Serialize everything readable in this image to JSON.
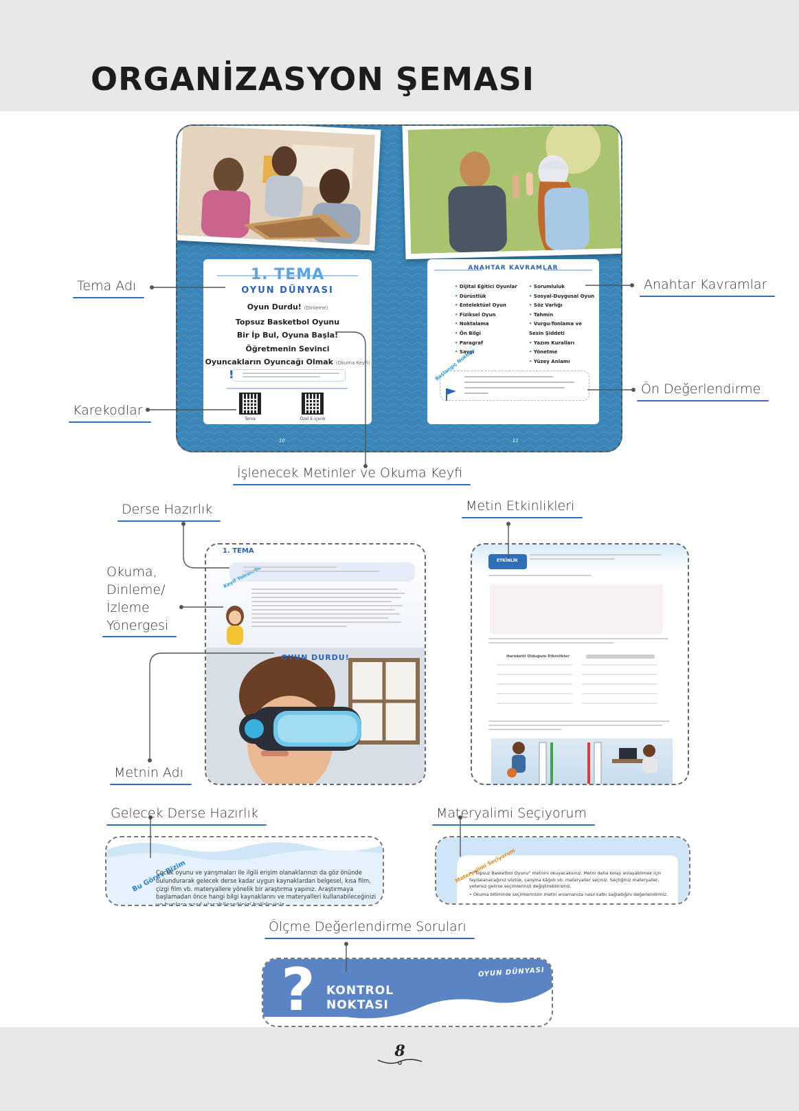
{
  "page": {
    "title": "ORGANİZASYON ŞEMASI",
    "page_number": "8"
  },
  "labels": {
    "tema_adi": "Tema Adı",
    "anahtar_kavramlar": "Anahtar Kavramlar",
    "karekodlar": "Karekodlar",
    "on_degerlendirme": "Ön Değerlendirme",
    "islenecek_metinler": "İşlenecek Metinler ve Okuma Keyfi",
    "derse_hazirlik": "Derse Hazırlık",
    "metin_etkinlikleri": "Metin Etkinlikleri",
    "okuma_yonergesi": [
      "Okuma,",
      "Dinleme/",
      "İzleme",
      "Yönergesi"
    ],
    "metnin_adi": "Metnin Adı",
    "gelecek_derse_hazirlik": "Gelecek Derse Hazırlık",
    "materyalimi_seciyorum": "Materyalimi Seçiyorum",
    "olcme_degerlendirme": "Ölçme Değerlendirme Soruları"
  },
  "spread": {
    "tema_banner": "1. TEMA",
    "tema_name": "OYUN DÜNYASI",
    "texts": [
      {
        "title": "Oyun Durdu!",
        "note": "(Dinleme)"
      },
      {
        "title": "Topsuz Basketbol Oyunu",
        "note": ""
      },
      {
        "title": "Bir İp Bul, Oyuna Başla!",
        "note": ""
      },
      {
        "title": "Öğretmenin Sevinci",
        "note": ""
      },
      {
        "title": "Oyuncakların Oyuncağı Olmak",
        "note": "(Okuma Keyfi)"
      }
    ],
    "qr_captions": [
      "Tema",
      "Özel E-içerik"
    ],
    "anahtar_title": "ANAHTAR KAVRAMLAR",
    "kavramlar_left": [
      "Dijital Eğitici Oyunlar",
      "Dürüstlük",
      "Entelektüel Oyun",
      "Fiziksel Oyun",
      "Noktalama",
      "Ön Bilgi",
      "Paragraf",
      "Saygı"
    ],
    "kavramlar_right": [
      "Sorumluluk",
      "Sosyal-Duygusal Oyun",
      "Söz Varlığı",
      "Tahmin",
      "Vurgu-Tonlama ve Sesin Şiddeti",
      "Yazım Kuralları",
      "Yönetme",
      "Yüzey Anlamı"
    ],
    "baslangic_tag": "Başlangıç Noktası",
    "page_numbers": [
      "10",
      "11"
    ]
  },
  "derse_hazirlik_thumb": {
    "tema_label": "1. TEMA",
    "tag": "Keyif Yolculuğu",
    "metin_adi": "OYUN DURDU!"
  },
  "metin_etkinlikleri_thumb": {
    "tag": "ETKİNLİK",
    "table_header": "Hareketli Olduğum Etkinlikler"
  },
  "gelecek_derse": {
    "tag": "Bu Görev Bizim",
    "text": "Çocuk oyunu ve yarışmaları ile ilgili erişim olanaklarınızı da göz önünde bulundurarak gelecek derse kadar uygun kaynaklardan belgesel, kısa film, çizgi film vb. materyallere yönelik bir araştırma yapınız. Araştırmaya başlamadan önce hangi bilgi kaynaklarını ve materyalleri kullanabileceğinizi ve bunlara nasıl ulaşabileceğinizi belirleyiniz."
  },
  "materyal": {
    "tag": "Materyalimi Seçiyorum",
    "items": [
      "\"Topsuz Basketbol Oyunu\" metnini okuyacaksınız. Metni daha kolay anlayabilmek için faydalanacağınız sözlük, çalışma kâğıdı vb. materyaller seçiniz. Seçtiğiniz materyaller, yetersiz gelirse seçimlerinizi değiştirebilirsiniz.",
      "Okuma bitiminde seçimlerinizin metni anlamanıza nasıl katkı sağladığını değerlendiriniz."
    ]
  },
  "kontrol": {
    "line1": "KONTROL",
    "line2": "NOKTASI",
    "tag": "OYUN DÜNYASI",
    "symbol": "?"
  },
  "colors": {
    "accent_blue": "#2f6fb7",
    "spread_blue": "#3a86b8",
    "light_blue": "#cfe6f6",
    "header_gray": "#e8e8e8"
  }
}
